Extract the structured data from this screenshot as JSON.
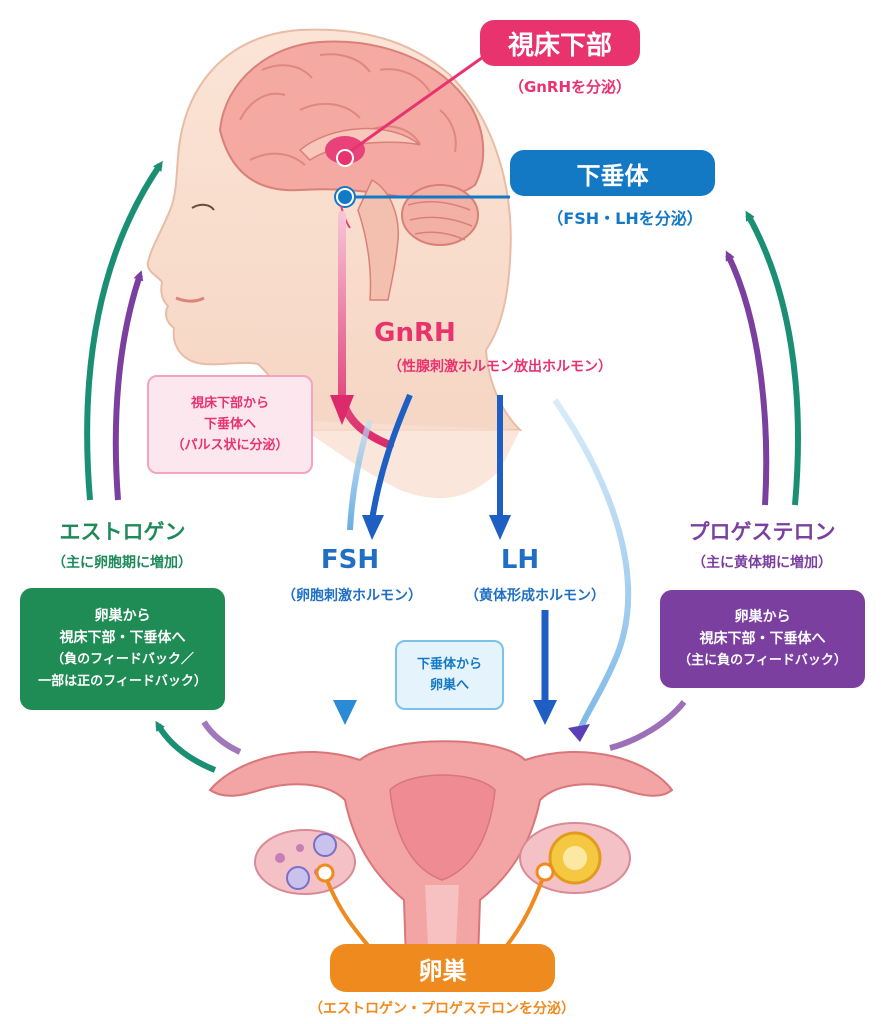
{
  "hypothalamus": {
    "title": "視床下部",
    "sub": "（GnRHを分泌）"
  },
  "pituitary": {
    "title": "下垂体",
    "sub": "（FSH・LHを分泌）"
  },
  "gnrh": {
    "title": "GnRH",
    "sub": "（性腺刺激ホルモン放出ホルモン）"
  },
  "pulse_note": {
    "lines": [
      "視床下部から",
      "下垂体へ",
      "（パルス状に分泌）"
    ]
  },
  "fsh": {
    "title": "FSH",
    "sub": "（卵胞刺激ホルモン）"
  },
  "lh": {
    "title": "LH",
    "sub": "（黄体形成ホルモン）"
  },
  "pit_ovary_note": {
    "lines": [
      "下垂体から",
      "卵巣へ"
    ]
  },
  "estrogen": {
    "title": "エストロゲン",
    "sub": "（主に卵胞期に増加）",
    "box": [
      "卵巣から",
      "視床下部・下垂体へ",
      "（負のフィードバック／",
      "一部は正のフィードバック）"
    ]
  },
  "progesterone": {
    "title": "プロゲステロン",
    "sub": "（主に黄体期に増加）",
    "box": [
      "卵巣から",
      "視床下部・下垂体へ",
      "（主に負のフィードバック）"
    ]
  },
  "ovary": {
    "title": "卵巣",
    "sub": "（エストロゲン・プロゲステロンを分泌）"
  },
  "colors": {
    "pink": "#e8336f",
    "blue": "#1479c4",
    "green": "#1e8a5a",
    "purple": "#7b3fa0",
    "orange": "#ef8a1e",
    "teal": "#1a8f73"
  }
}
